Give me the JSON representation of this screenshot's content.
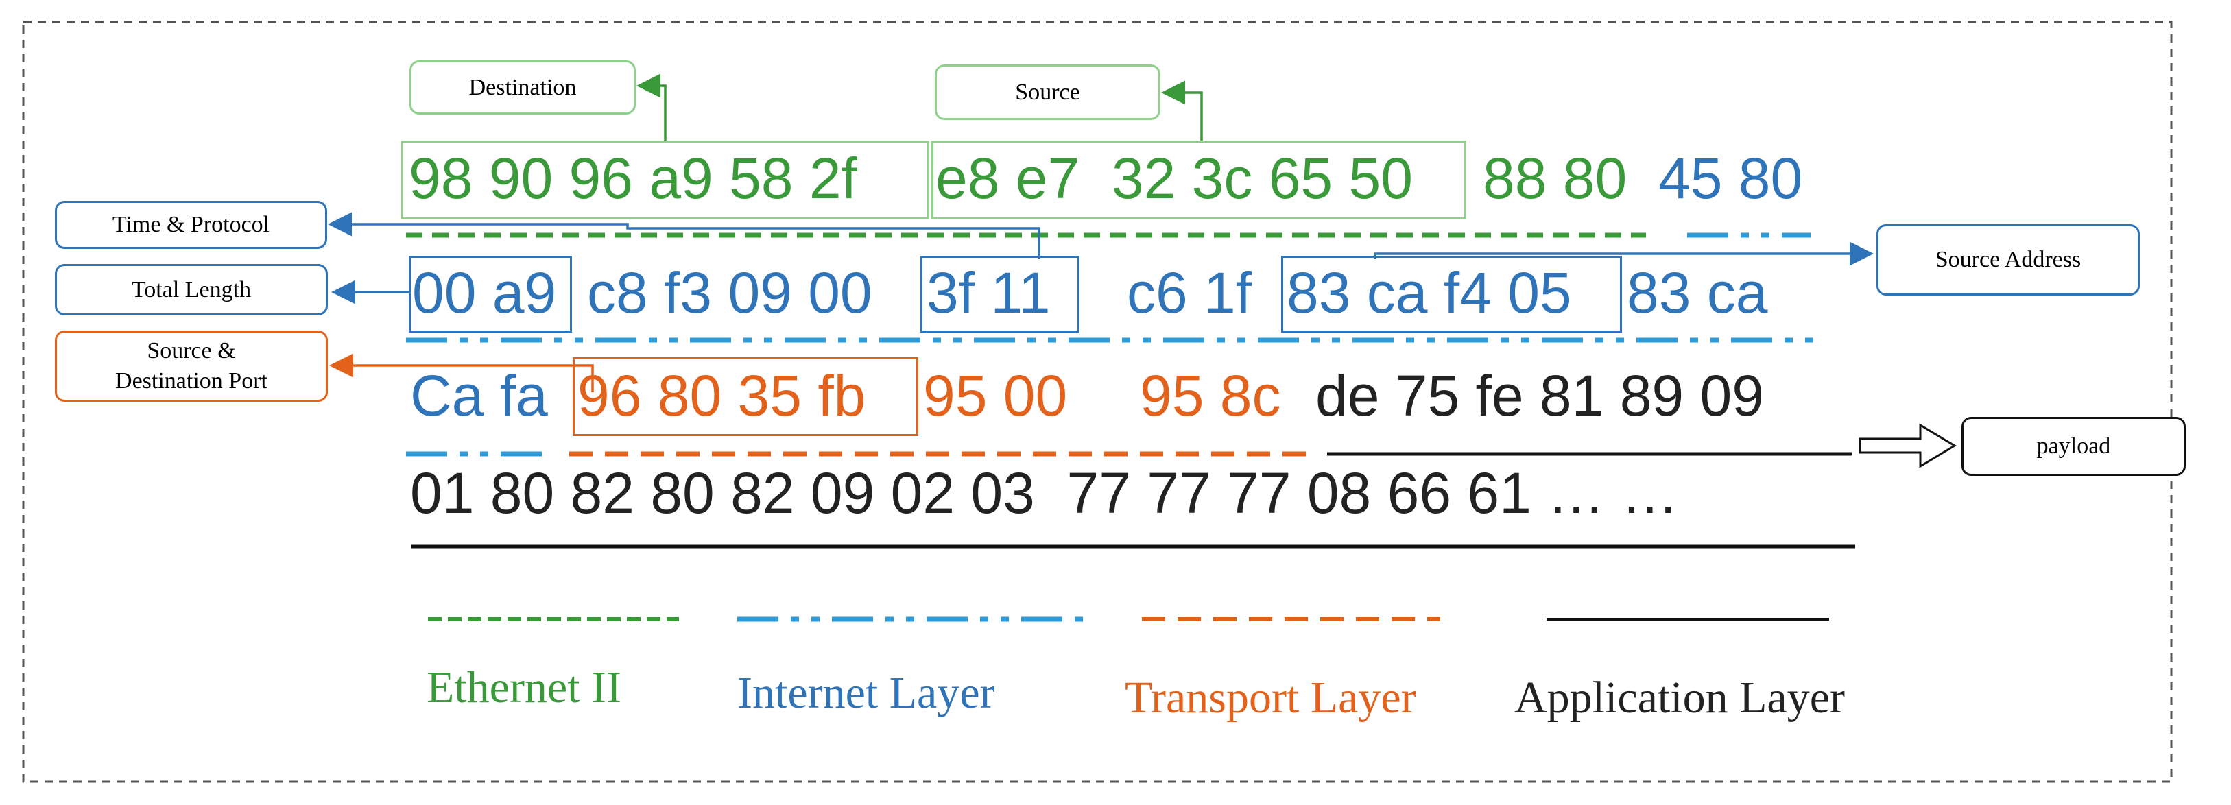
{
  "colors": {
    "ethernet": "#3a9a3a",
    "ethernet_box": "#8fd18a",
    "internet": "#2f73b8",
    "transport": "#e2621c",
    "application": "#222222",
    "frame_border": "#555555"
  },
  "callouts": {
    "destination": "Destination",
    "source": "Source",
    "time_protocol": "Time & Protocol",
    "total_length": "Total Length",
    "ports_line1": "Source &",
    "ports_line2": "Destination Port",
    "source_address": "Source Address",
    "payload": "payload"
  },
  "hex_rows": [
    [
      {
        "text": "98 90 96 a9 58 2f",
        "layer": "ethernet"
      },
      {
        "text": "e8 e7  32 3c 65 50",
        "layer": "ethernet"
      },
      {
        "text": "88 80",
        "layer": "ethernet"
      },
      {
        "text": "45 80",
        "layer": "internet"
      }
    ],
    [
      {
        "text": "00 a9",
        "layer": "internet"
      },
      {
        "text": "c8 f3 09 00",
        "layer": "internet"
      },
      {
        "text": "3f 11",
        "layer": "internet"
      },
      {
        "text": "c6 1f",
        "layer": "internet"
      },
      {
        "text": "83 ca f4 05",
        "layer": "internet"
      },
      {
        "text": "83 ca",
        "layer": "internet"
      }
    ],
    [
      {
        "text": "Ca fa",
        "layer": "internet"
      },
      {
        "text": "96 80 35 fb",
        "layer": "transport"
      },
      {
        "text": "95 00",
        "layer": "transport"
      },
      {
        "text": "95 8c",
        "layer": "transport"
      },
      {
        "text": "de 75 fe 81 89 09",
        "layer": "application"
      }
    ],
    [
      {
        "text": "01 80 82 80 82 09 02 03  77 77 77 08 66 61 … …",
        "layer": "application"
      }
    ]
  ],
  "legend": [
    {
      "label": "Ethernet II",
      "style": "dashed",
      "layer": "ethernet"
    },
    {
      "label": "Internet Layer",
      "style": "dash-dot",
      "layer": "internet"
    },
    {
      "label": "Transport Layer",
      "style": "dashed",
      "layer": "transport"
    },
    {
      "label": "Application Layer",
      "style": "solid",
      "layer": "application"
    }
  ]
}
